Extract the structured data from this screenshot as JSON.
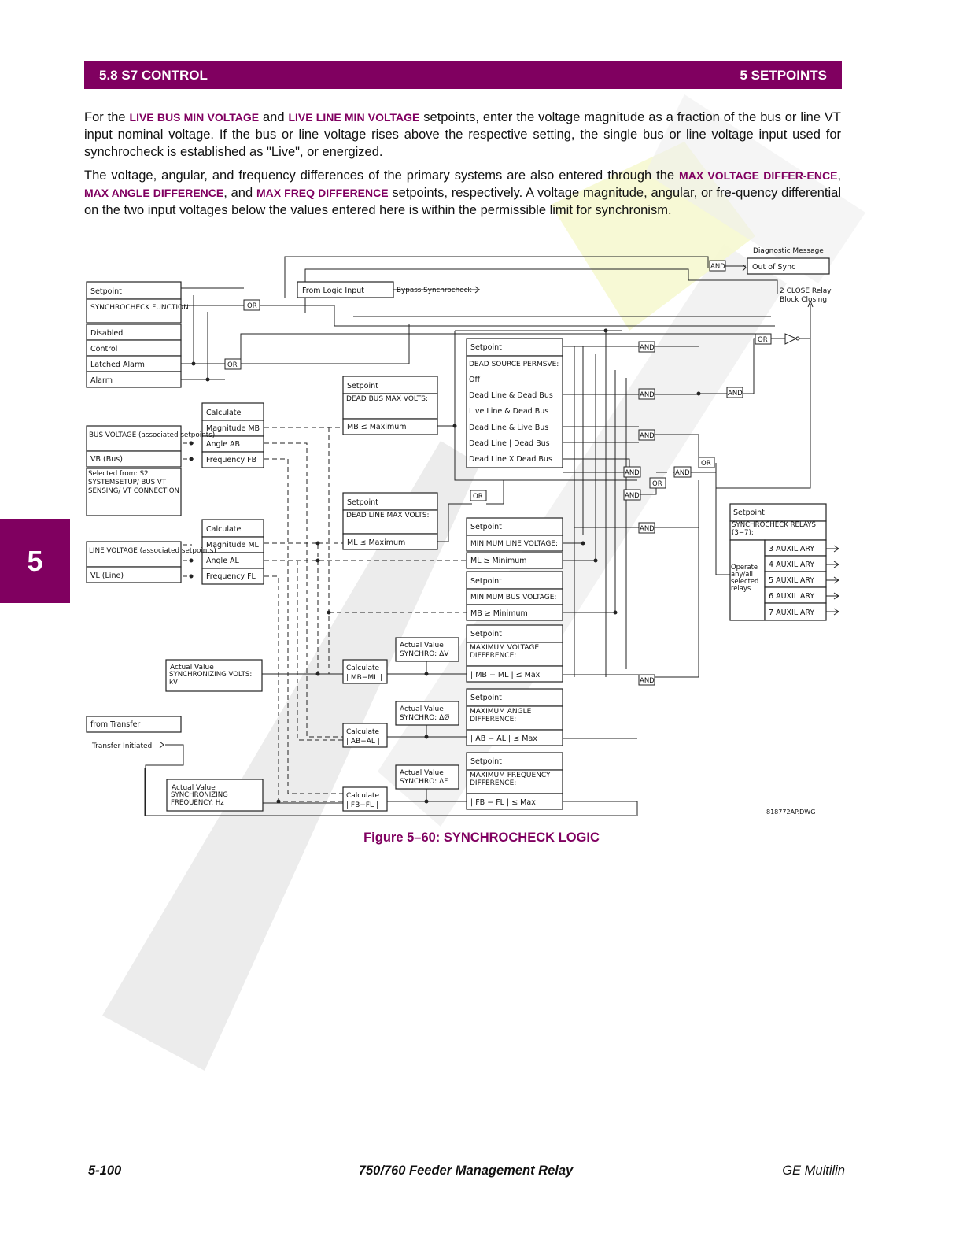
{
  "header": {
    "section": "5.8 S7 CONTROL",
    "chapter": "5 SETPOINTS"
  },
  "side_tab": "5",
  "para1": {
    "t1": "For the ",
    "k1": "LIVE BUS MIN VOLTAGE",
    "t2": " and ",
    "k2": "LIVE LINE MIN VOLTAGE",
    "t3": " setpoints, enter the voltage magnitude as a fraction of the bus or line VT input nominal voltage. If the bus or line voltage rises above the respective setting, the single bus or line voltage input used for synchrocheck is established as \"Live\", or energized."
  },
  "para2": {
    "t1": "The voltage, angular, and frequency differences of the primary systems are also entered through the ",
    "k1": "MAX VOLTAGE DIFFER-ENCE",
    "t2": ", ",
    "k2": "MAX ANGLE DIFFERENCE",
    "t3": ", and ",
    "k3": "MAX FREQ DIFFERENCE",
    "t4": " setpoints, respectively. A voltage magnitude, angular, or fre-quency differential on the two input voltages below the values entered here is within the permissible limit for synchronism."
  },
  "diagram": {
    "setpoint": "Setpoint",
    "calculate": "Calculate",
    "and_gate": "AND",
    "or_gate": "OR",
    "synchrocheck_function": "SYNCHROCHECK FUNCTION:",
    "function_options": [
      "Disabled",
      "Control",
      "Latched Alarm",
      "Alarm"
    ],
    "bus_voltage": "BUS VOLTAGE (associated setpoints)",
    "vb_bus": "VB (Bus)",
    "selected_from": "Selected from: S2 SYSTEMSETUP/ BUS VT SENSING/ VT CONNECTION",
    "line_voltage": "LINE VOLTAGE (associated setpoints)",
    "vl_line": "VL (Line)",
    "magnitude_mb": "Magnitude MB",
    "angle_ab": "Angle AB",
    "frequency_fb": "Frequency FB",
    "magnitude_ml": "Magnitude ML",
    "angle_al": "Angle AL",
    "frequency_fl": "Frequency FL",
    "from_logic_input": "From Logic Input",
    "bypass_synchrocheck": "Bypass Synchrocheck",
    "dead_bus_max_volts": "DEAD BUS MAX VOLTS:",
    "mb_le_max": "MB ≤ Maximum",
    "dead_line_max_volts": "DEAD LINE MAX VOLTS:",
    "ml_le_max": "ML ≤ Maximum",
    "dead_source_permsve": "DEAD SOURCE PERMSVE:",
    "dead_source_options": [
      "Off",
      "Dead Line & Dead Bus",
      "Live Line & Dead Bus",
      "Dead Line & Live Bus",
      "Dead Line | Dead Bus",
      "Dead Line X Dead Bus"
    ],
    "minimum_line_voltage": "MINIMUM LINE VOLTAGE:",
    "ml_ge_min": "ML ≥ Minimum",
    "minimum_bus_voltage": "MINIMUM BUS VOLTAGE:",
    "mb_ge_min": "MB ≥ Minimum",
    "max_voltage_difference": "MAXIMUM VOLTAGE DIFFERENCE:",
    "mb_ml_le_max": "| MB − ML | ≤ Max",
    "max_angle_difference": "MAXIMUM ANGLE DIFFERENCE:",
    "ab_al_le_max": "| AB − AL | ≤ Max",
    "max_frequency_difference": "MAXIMUM FREQUENCY DIFFERENCE:",
    "fb_fl_le_max": "| FB − FL | ≤ Max",
    "actual_value": "Actual Value",
    "synchro_dv": "SYNCHRO: ΔV",
    "synchro_da": "SYNCHRO: ΔØ",
    "synchro_df": "SYNCHRO: ΔF",
    "sync_volts": "SYNCHRONIZING VOLTS: kV",
    "sync_freq": "SYNCHRONIZING FREQUENCY: Hz",
    "calc_mb_ml": "| MB−ML |",
    "calc_ab_al": "| AB−AL |",
    "calc_fb_fl": "| FB−FL |",
    "from_transfer": "from Transfer",
    "transfer_initiated": "Transfer Initiated",
    "diagnostic_message": "Diagnostic Message",
    "out_of_sync": "Out of Sync",
    "close_relay": "2 CLOSE Relay",
    "block_closing": "Block Closing",
    "synchrocheck_relays": "SYNCHROCHECK RELAYS (3−7):",
    "operate_selected": "Operate any/all selected relays",
    "aux_relays": [
      "3 AUXILIARY",
      "4 AUXILIARY",
      "5 AUXILIARY",
      "6 AUXILIARY",
      "7 AUXILIARY"
    ],
    "drawing_number": "818772AP.DWG"
  },
  "caption": "Figure 5–60: SYNCHROCHECK LOGIC",
  "footer": {
    "page": "5-100",
    "title": "750/760 Feeder Management Relay",
    "company": "GE Multilin"
  }
}
